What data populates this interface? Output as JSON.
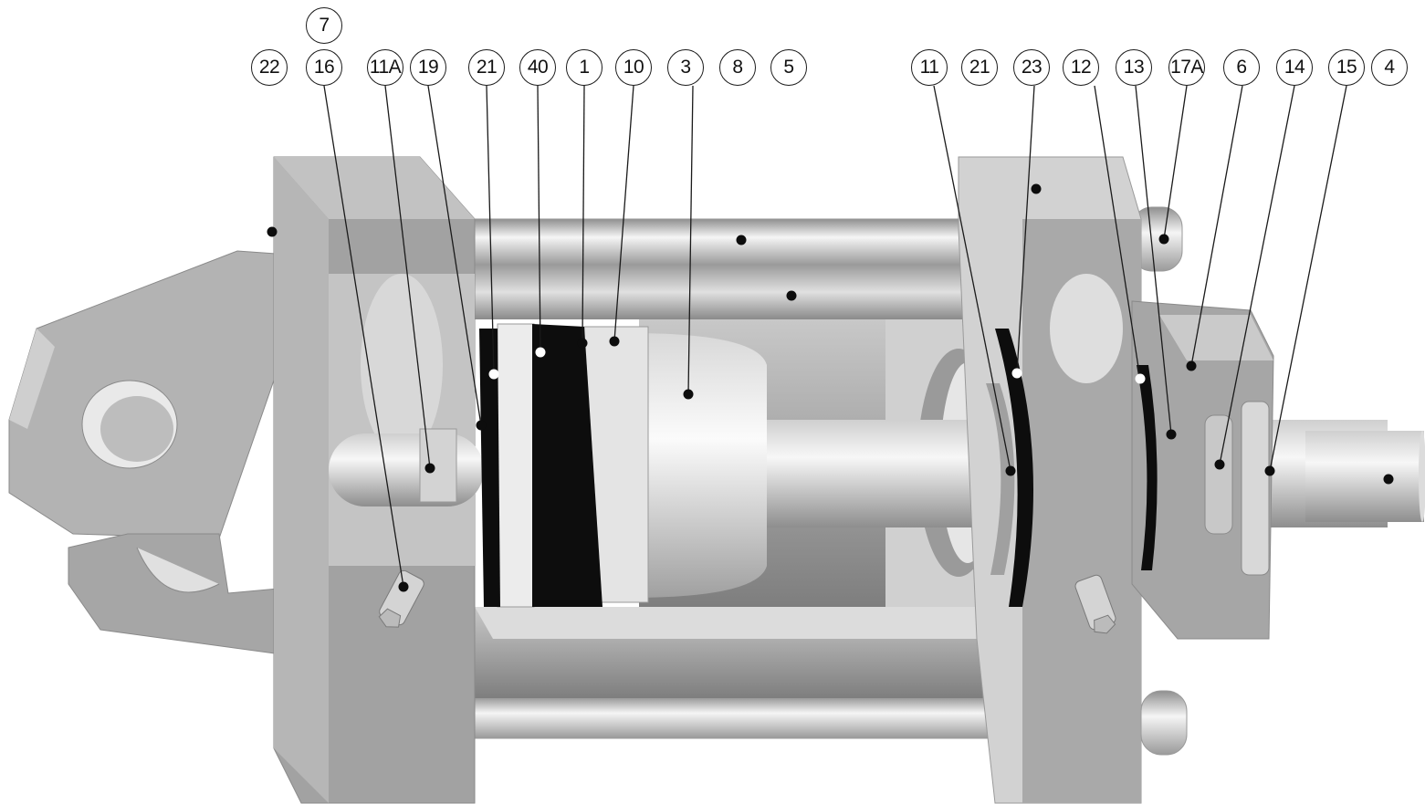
{
  "diagram": {
    "callouts": [
      {
        "id": "c22",
        "label": "22"
      },
      {
        "id": "c16",
        "label": "16"
      },
      {
        "id": "c7",
        "label": "7"
      },
      {
        "id": "c11a",
        "label": "11A"
      },
      {
        "id": "c19",
        "label": "19"
      },
      {
        "id": "c21a",
        "label": "21"
      },
      {
        "id": "c40",
        "label": "40"
      },
      {
        "id": "c1",
        "label": "1"
      },
      {
        "id": "c10",
        "label": "10"
      },
      {
        "id": "c3",
        "label": "3"
      },
      {
        "id": "c8",
        "label": "8"
      },
      {
        "id": "c5",
        "label": "5"
      },
      {
        "id": "c11",
        "label": "11"
      },
      {
        "id": "c21b",
        "label": "21"
      },
      {
        "id": "c23",
        "label": "23"
      },
      {
        "id": "c12",
        "label": "12"
      },
      {
        "id": "c13",
        "label": "13"
      },
      {
        "id": "c17a",
        "label": "17A"
      },
      {
        "id": "c6",
        "label": "6"
      },
      {
        "id": "c14",
        "label": "14"
      },
      {
        "id": "c15",
        "label": "15"
      },
      {
        "id": "c4",
        "label": "4"
      }
    ]
  },
  "colors": {
    "body_grey": "#a9a9a9",
    "face_light": "#d4d4d4",
    "chrome_light": "#f2f2f2",
    "seal_black": "#0d0d0d",
    "line": "#1a1a1a"
  }
}
